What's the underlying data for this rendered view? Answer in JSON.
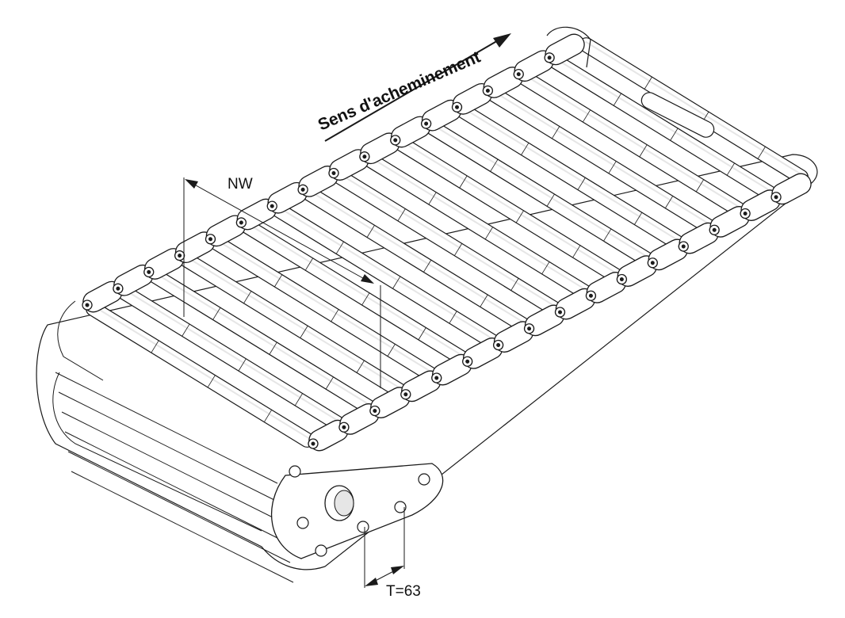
{
  "diagram": {
    "direction_label": "Sens d'acheminement",
    "width_label": "NW",
    "pitch_label": "T=63",
    "colors": {
      "line": "#1a1a1a",
      "fill": "#ffffff",
      "shade": "#e6e6e6"
    }
  }
}
